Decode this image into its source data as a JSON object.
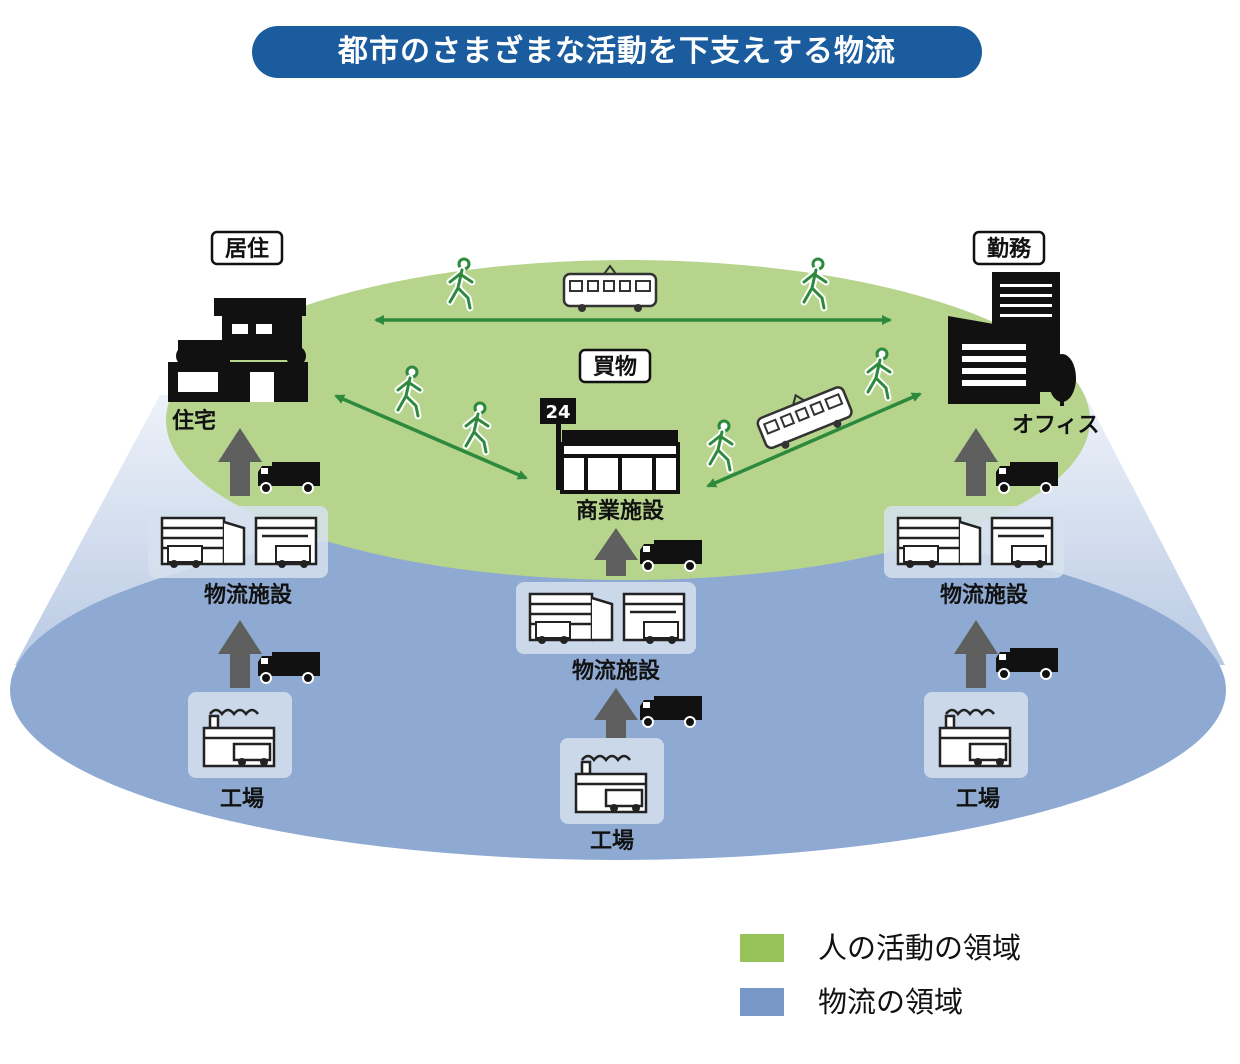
{
  "title": "都市のさまざまな活動を下支えする物流",
  "zones": {
    "residence": "居住",
    "work": "勤務",
    "shopping": "買物"
  },
  "places": {
    "house": "住宅",
    "office": "オフィス",
    "store": "商業施設",
    "store_sign": "24"
  },
  "logistics": {
    "left": "物流施設",
    "center": "物流施設",
    "right": "物流施設"
  },
  "factories": {
    "left": "工場",
    "center": "工場",
    "right": "工場"
  },
  "legend": [
    {
      "label": "人の活動の領域",
      "color": "#98c35a"
    },
    {
      "label": "物流の領域",
      "color": "#7797c8"
    }
  ],
  "colors": {
    "title_bg": "#1a5c9e",
    "human_area": "#b6d48c",
    "logistics_area": "#8ea9d2",
    "arrow_green": "#2d8a3c"
  }
}
